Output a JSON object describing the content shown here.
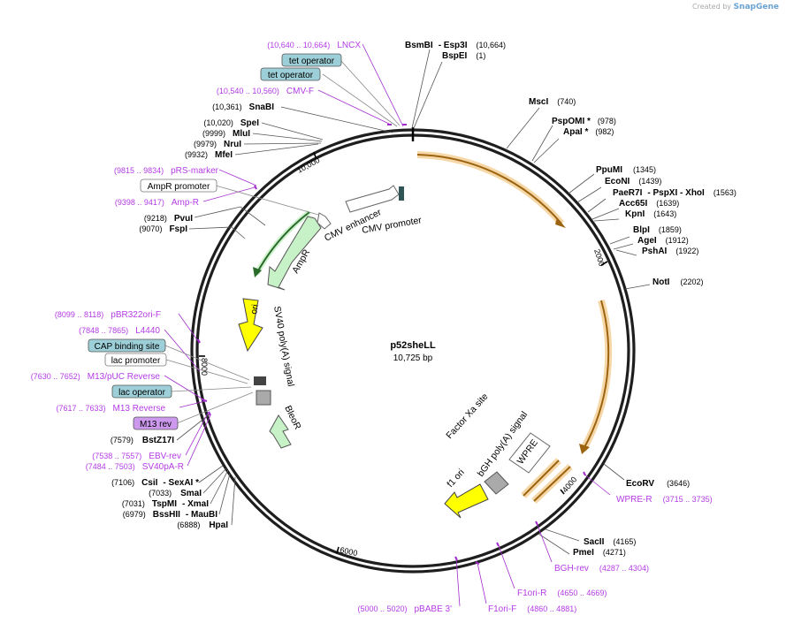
{
  "header": {
    "credit_prefix": "Created by",
    "credit_brand": "SnapGene"
  },
  "plasmid": {
    "name": "p52sheLL",
    "size": "10,725 bp"
  },
  "ticks": [
    "10,000",
    "2000",
    "4000",
    "6000",
    "8000"
  ],
  "colors": {
    "backbone": "#1e1e1e",
    "primer": "#a22cce",
    "feature_orange": "#ee9a1e",
    "feature_green": "#a8f0a8",
    "feature_yellow": "#ffff00",
    "grey_box": "#aaaaaa",
    "label_black": "#000000",
    "label_primer": "#b43ce6"
  },
  "enzymes_right": [
    {
      "name": "BsmBI",
      "extra": "- Esp3I",
      "pos": "(10,664)"
    },
    {
      "name": "BspEI",
      "extra": "",
      "pos": "(1)"
    },
    {
      "name": "MscI",
      "extra": "",
      "pos": "(740)"
    },
    {
      "name": "PspOMI *",
      "extra": "",
      "pos": "(978)"
    },
    {
      "name": "ApaI *",
      "extra": "",
      "pos": "(982)"
    },
    {
      "name": "PpuMI",
      "extra": "",
      "pos": "(1345)"
    },
    {
      "name": "EcoNI",
      "extra": "",
      "pos": "(1439)"
    },
    {
      "name": "PaeR7I",
      "extra": "- PspXI - XhoI",
      "pos": "(1563)"
    },
    {
      "name": "Acc65I",
      "extra": "",
      "pos": "(1639)"
    },
    {
      "name": "KpnI",
      "extra": "",
      "pos": "(1643)"
    },
    {
      "name": "BlpI",
      "extra": "",
      "pos": "(1859)"
    },
    {
      "name": "AgeI",
      "extra": "",
      "pos": "(1912)"
    },
    {
      "name": "PshAI",
      "extra": "",
      "pos": "(1922)"
    },
    {
      "name": "NotI",
      "extra": "",
      "pos": "(2202)"
    },
    {
      "name": "EcoRV",
      "extra": "",
      "pos": "(3646)"
    },
    {
      "name": "SacII",
      "extra": "",
      "pos": "(4165)"
    },
    {
      "name": "PmeI",
      "extra": "",
      "pos": "(4271)"
    }
  ],
  "enzymes_left": [
    {
      "name": "SnaBI",
      "pos": "(10,361)"
    },
    {
      "name": "SpeI",
      "pos": "(10,020)"
    },
    {
      "name": "MluI",
      "pos": "(9999)"
    },
    {
      "name": "NruI",
      "pos": "(9979)"
    },
    {
      "name": "MfeI",
      "pos": "(9932)"
    },
    {
      "name": "PvuI",
      "pos": "(9218)"
    },
    {
      "name": "FspI",
      "pos": "(9070)"
    },
    {
      "name": "BstZ17I",
      "pos": "(7579)"
    },
    {
      "name": "CsiI",
      "extra": "- SexAI *",
      "pos": "(7106)"
    },
    {
      "name": "SmaI",
      "pos": "(7033)"
    },
    {
      "name": "TspMI",
      "extra": "- XmaI",
      "pos": "(7031)"
    },
    {
      "name": "BssHII",
      "extra": "- MauBI",
      "pos": "(6979)"
    },
    {
      "name": "HpaI",
      "pos": "(6888)"
    }
  ],
  "primers": [
    {
      "name": "LNCX",
      "range": "(10,640 .. 10,664)"
    },
    {
      "name": "CMV-F",
      "range": "(10,540 .. 10,560)"
    },
    {
      "name": "pRS-marker",
      "range": "(9815 .. 9834)"
    },
    {
      "name": "Amp-R",
      "range": "(9398 .. 9417)"
    },
    {
      "name": "pBR322ori-F",
      "range": "(8099 .. 8118)"
    },
    {
      "name": "L4440",
      "range": "(7848 .. 7865)"
    },
    {
      "name": "M13/pUC Reverse",
      "range": "(7630 .. 7652)"
    },
    {
      "name": "M13 Reverse",
      "range": "(7617 .. 7633)"
    },
    {
      "name": "EBV-rev",
      "range": "(7538 .. 7557)"
    },
    {
      "name": "SV40pA-R",
      "range": "(7484 .. 7503)"
    },
    {
      "name": "WPRE-R",
      "range": "(3715 .. 3735)"
    },
    {
      "name": "BGH-rev",
      "range": "(4287 .. 4304)"
    },
    {
      "name": "F1ori-R",
      "range": "(4650 .. 4669)"
    },
    {
      "name": "F1ori-F",
      "range": "(4860 .. 4881)"
    },
    {
      "name": "pBABE 3'",
      "range": "(5000 .. 5020)"
    }
  ],
  "boxed_labels": [
    {
      "text": "tet operator"
    },
    {
      "text": "tet operator"
    },
    {
      "text": "AmpR promoter"
    },
    {
      "text": "CAP binding site"
    },
    {
      "text": "lac promoter"
    },
    {
      "text": "lac operator"
    },
    {
      "text": "M13 rev"
    }
  ],
  "features": [
    {
      "name": "CMV enhancer"
    },
    {
      "name": "CMV promoter"
    },
    {
      "name": "AmpR"
    },
    {
      "name": "ori"
    },
    {
      "name": "SV40 poly(A) signal"
    },
    {
      "name": "BleoR"
    },
    {
      "name": "Factor Xa site"
    },
    {
      "name": "bGH poly(A) signal"
    },
    {
      "name": "WPRE"
    },
    {
      "name": "f1 ori"
    }
  ]
}
